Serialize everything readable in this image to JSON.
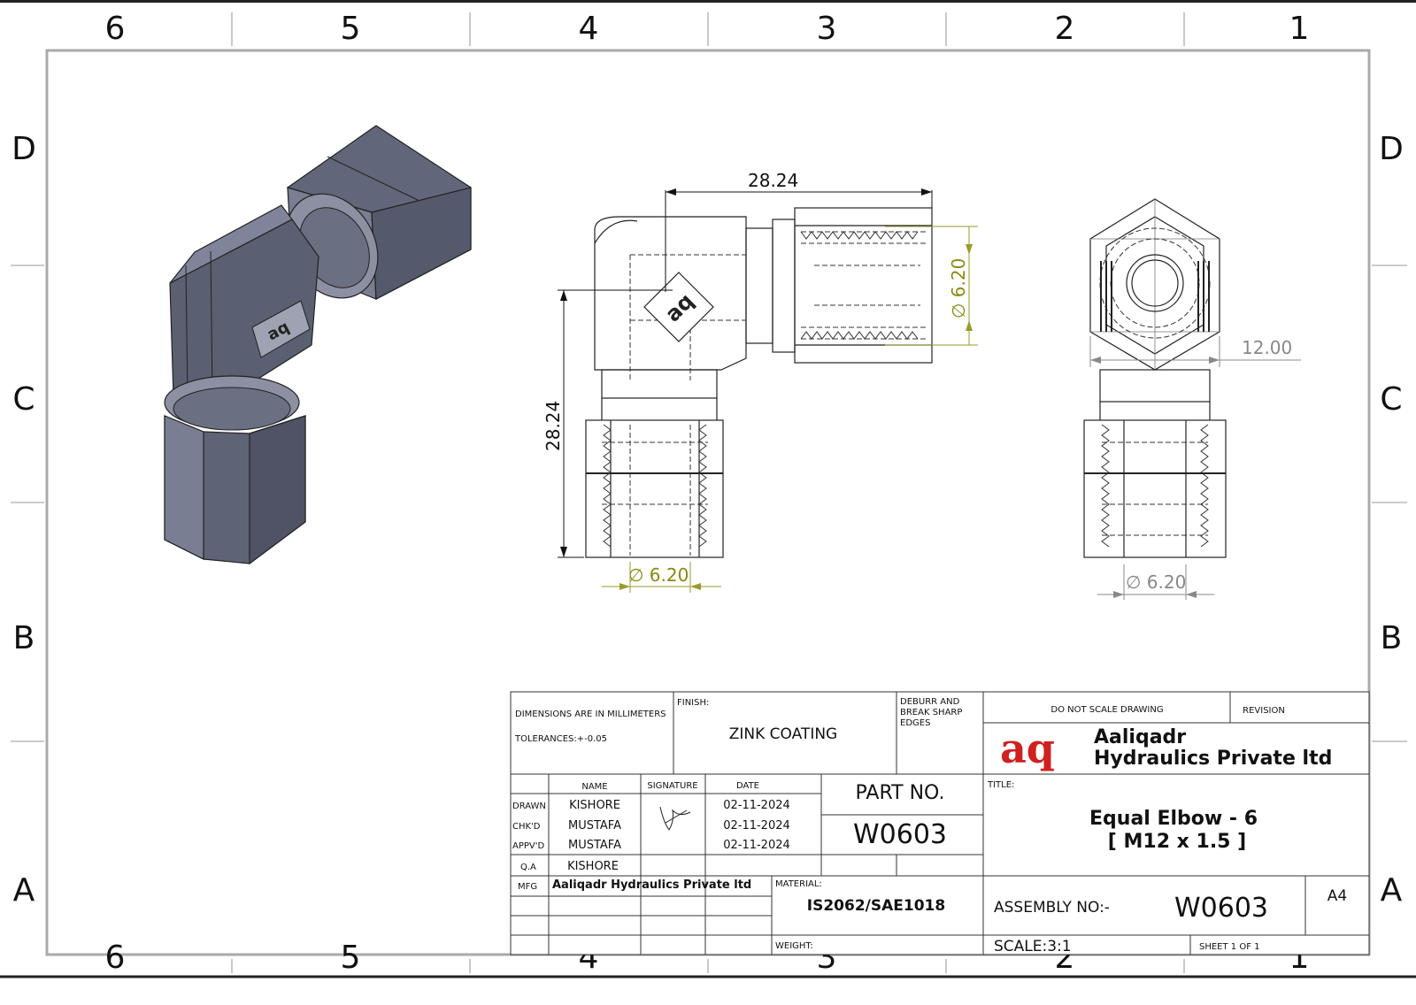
{
  "zones": {
    "columns": [
      "6",
      "5",
      "4",
      "3",
      "2",
      "1"
    ],
    "rows": [
      "D",
      "C",
      "B",
      "A"
    ]
  },
  "dimensions": {
    "width_top": "28.24",
    "height_left": "28.24",
    "dia_side": "6.20",
    "dia_bottom": "6.20",
    "dia_right_view": "6.20",
    "hex_width": "12.00",
    "dia_symbol": "∅"
  },
  "logo": {
    "mark": "aq",
    "mark_color": "#d02020"
  },
  "title_block": {
    "dimensions_note": "DIMENSIONS ARE IN MILLIMETERS",
    "tolerances": "TOLERANCES:+-0.05",
    "finish_label": "FINISH:",
    "finish_value": "ZINK COATING",
    "deburr": [
      "DEBURR AND",
      "BREAK SHARP",
      "EDGES"
    ],
    "do_not_scale": "DO NOT SCALE DRAWING",
    "revision_label": "REVISION",
    "company_line1": "Aaliqadr",
    "company_line2": "Hydraulics Private ltd",
    "headers": {
      "name": "NAME",
      "signature": "SIGNATURE",
      "date": "DATE"
    },
    "rows": [
      {
        "role": "DRAWN",
        "name": "KISHORE",
        "date": "02-11-2024"
      },
      {
        "role": "CHK'D",
        "name": "MUSTAFA",
        "date": "02-11-2024"
      },
      {
        "role": "APPV'D",
        "name": "MUSTAFA",
        "date": "02-11-2024"
      },
      {
        "role": "Q.A",
        "name": "KISHORE",
        "date": ""
      }
    ],
    "mfg_label": "MFG",
    "mfg_value": "Aaliqadr Hydraulics Private ltd",
    "part_no_label": "PART NO.",
    "part_no_value": "W0603",
    "title_label": "TITLE:",
    "title_line1": "Equal Elbow - 6",
    "title_line2": "[ M12 x 1.5 ]",
    "material_label": "MATERIAL:",
    "material_value": "IS2062/SAE1018",
    "weight_label": "WEIGHT:",
    "assembly_label": "ASSEMBLY NO:-",
    "assembly_value": "W0603",
    "sheet_size": "A4",
    "scale": "SCALE:3:1",
    "sheet": "SHEET 1 OF 1"
  }
}
